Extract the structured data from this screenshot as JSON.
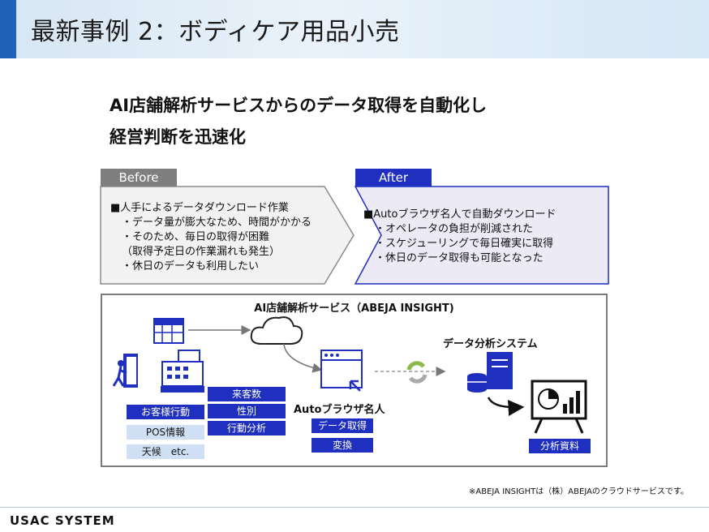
{
  "header": {
    "title": "最新事例 2：ボディケア用品小売"
  },
  "subtitle": {
    "line1": "AI店舗解析サービスからのデータ取得を自動化し",
    "line2": "経営判断を迅速化"
  },
  "before": {
    "tab": "Before",
    "lines": [
      "■人手によるデータダウンロード作業",
      "・データ量が膨大なため、時間がかかる",
      "・そのため、毎日の取得が困難",
      "（取得予定日の作業漏れも発生）",
      "・休日のデータも利用したい"
    ]
  },
  "after": {
    "tab": "After",
    "lines": [
      "■Autoブラウザ名人で自動ダウンロード",
      "・オペレータの負担が削減された",
      "・スケジューリングで毎日確実に取得",
      "・休日のデータ取得も可能となった"
    ]
  },
  "system": {
    "title": "AI店舗解析サービス（ABEJA INSIGHT)",
    "left_labels": [
      "お客様行動",
      "POS情報",
      "天候　etc."
    ],
    "mid_labels": [
      "来客数",
      "性別",
      "行動分析"
    ],
    "auto_name": "Autoブラウザ名人",
    "auto_labels": [
      "データ取得",
      "変換"
    ],
    "analysis_system": "データ分析システム",
    "report_label": "分析資料"
  },
  "footnote": "※ABEJA INSIGHTは（株）ABEJAのクラウドサービスです。",
  "logo": "USAC SYSTEM",
  "colors": {
    "accent": "#1f63b8",
    "dark_blue": "#1f2fbf",
    "light_blue": "#cfe0f5",
    "gray": "#7f7f7f",
    "arrow_green": "#8fb84a"
  }
}
